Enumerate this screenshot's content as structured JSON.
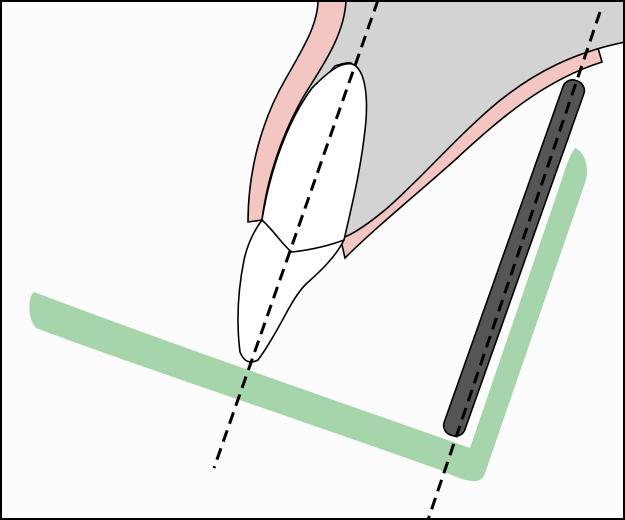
{
  "colors": {
    "frame": "#000000",
    "background": "#fcfcfc",
    "bone": "#d3d3d3",
    "gingiva": "#f4c6c2",
    "tooth": "#ffffff",
    "tooth_outline": "#000000",
    "receptor_holder": "#a6d4ab",
    "xray_tube": "#555555",
    "axis_line": "#000000"
  },
  "components": [
    {
      "id": "maxillary-bone",
      "icon": "bone-section"
    },
    {
      "id": "gingiva",
      "icon": "soft-tissue"
    },
    {
      "id": "tooth",
      "icon": "tooth-crown-root"
    },
    {
      "id": "receptor-holder",
      "icon": "l-shaped-holder"
    },
    {
      "id": "xray-beam-indicator",
      "icon": "cylinder-rod"
    },
    {
      "id": "tooth-long-axis",
      "icon": "dashed-line"
    },
    {
      "id": "beam-axis",
      "icon": "dashed-line"
    }
  ]
}
